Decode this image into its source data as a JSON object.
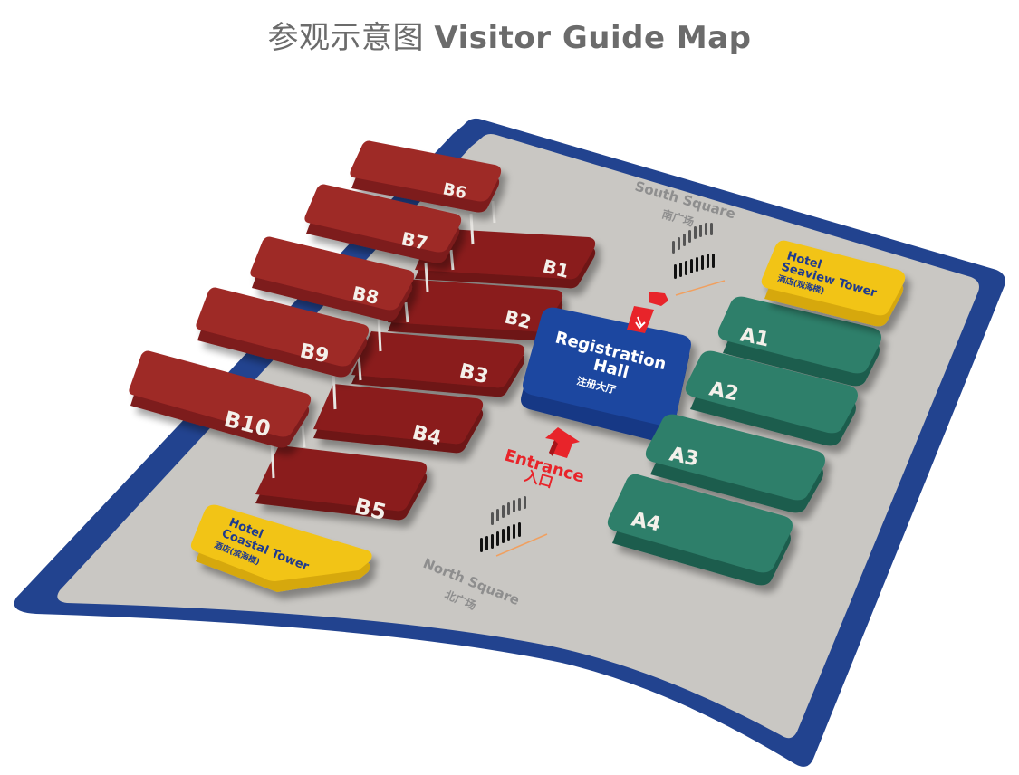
{
  "title": {
    "cn": "参观示意图",
    "en": "Visitor Guide Map"
  },
  "colors": {
    "border_blue": "#22438f",
    "floor_gray": "#c9c7c3",
    "hall_b_red": "#9b2726",
    "hall_b_side": "#6e1616",
    "hall_a_green": "#2e7f6b",
    "hall_a_side": "#1f5d4d",
    "registration_blue": "#1f47a0",
    "hotel_yellow": "#f2c417",
    "entrance_red": "#e8242a",
    "square_label_gray": "#8e8e8e"
  },
  "map": {
    "halls_b_lower": [
      {
        "id": "B1",
        "label": "B1"
      },
      {
        "id": "B2",
        "label": "B2"
      },
      {
        "id": "B3",
        "label": "B3"
      },
      {
        "id": "B4",
        "label": "B4"
      },
      {
        "id": "B5",
        "label": "B5"
      }
    ],
    "halls_b_upper": [
      {
        "id": "B6",
        "label": "B6"
      },
      {
        "id": "B7",
        "label": "B7"
      },
      {
        "id": "B8",
        "label": "B8"
      },
      {
        "id": "B9",
        "label": "B9"
      },
      {
        "id": "B10",
        "label": "B10"
      }
    ],
    "halls_a": [
      {
        "id": "A1",
        "label": "A1"
      },
      {
        "id": "A2",
        "label": "A2"
      },
      {
        "id": "A3",
        "label": "A3"
      },
      {
        "id": "A4",
        "label": "A4"
      }
    ],
    "registration_hall": {
      "line1": "Registration",
      "line2": "Hall",
      "cn": "注册大厅"
    },
    "entrance": {
      "en": "Entrance",
      "cn": "入口"
    },
    "south_square": {
      "en": "South Square",
      "cn": "南广场"
    },
    "north_square": {
      "en": "North Square",
      "cn": "北广场"
    },
    "hotel_seaview": {
      "line1": "Hotel",
      "line2": "Seaview Tower",
      "cn": "酒店(观海楼)"
    },
    "hotel_coastal": {
      "line1": "Hotel",
      "line2": "Coastal Tower",
      "cn": "酒店(滨海楼)"
    }
  }
}
